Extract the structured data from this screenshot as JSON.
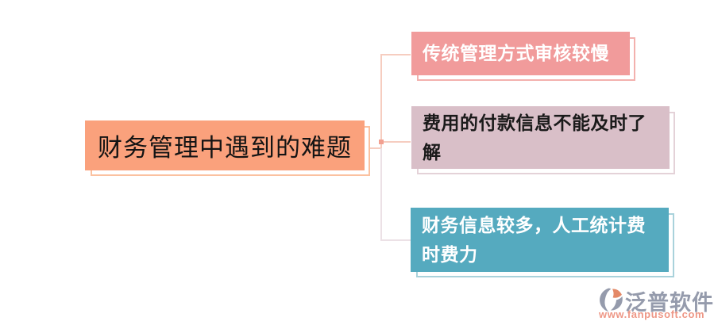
{
  "diagram": {
    "root": {
      "label": "财务管理中遇到的难题",
      "fill": "#FAA17C",
      "outline": "#FBC19F",
      "text_color": "#141414"
    },
    "branches": [
      {
        "label": "传统管理方式审核较慢",
        "fill": "#F19B9B",
        "outline": "#F3B1AE",
        "text_color": "#FFFFFF"
      },
      {
        "label": "费用的付款信息不能及时了解",
        "fill": "#D9BFC8",
        "outline": "#E4D2D8",
        "text_color": "#1A1A1A"
      },
      {
        "label": "财务信息较多，人工统计费时费力",
        "fill": "#55AABF",
        "outline": "#A9D2DB",
        "text_color": "#FFFFFF"
      }
    ],
    "connector_colors": {
      "upper": "#F6CDC0",
      "lower": "#ECE1E6",
      "junction": "#F2A091"
    }
  },
  "watermark": {
    "brand": "泛普软件",
    "url": "www.fanpusoft.com",
    "brand_color": "#8D93A5",
    "url_color": "#ED8F7C",
    "icon": "fanpu-swirl-icon",
    "icon_gray": "#8D93A5",
    "icon_orange": "#E2805B"
  }
}
